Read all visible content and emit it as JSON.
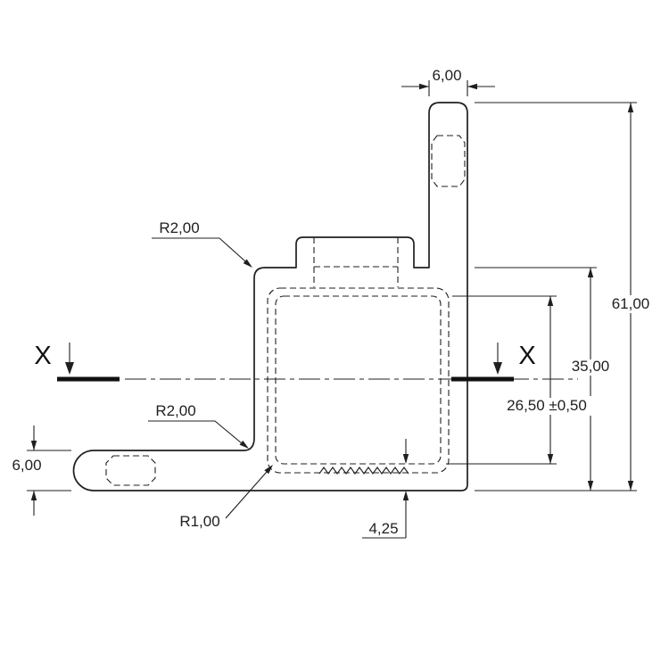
{
  "drawing": {
    "dimensions": {
      "top_width": "6,00",
      "overall_height": "61,00",
      "body_height": "35,00",
      "cavity_height": "26,50 ±0,50",
      "arm_thickness": "6,00",
      "bottom_wall": "4,25"
    },
    "radii": {
      "top_corner": "R2,00",
      "arm_fillet": "R2,00",
      "cavity_corner": "R1,00"
    },
    "section": {
      "left_label": "X",
      "right_label": "X"
    },
    "colors": {
      "line": "#1f1f1f",
      "background": "#ffffff"
    }
  }
}
